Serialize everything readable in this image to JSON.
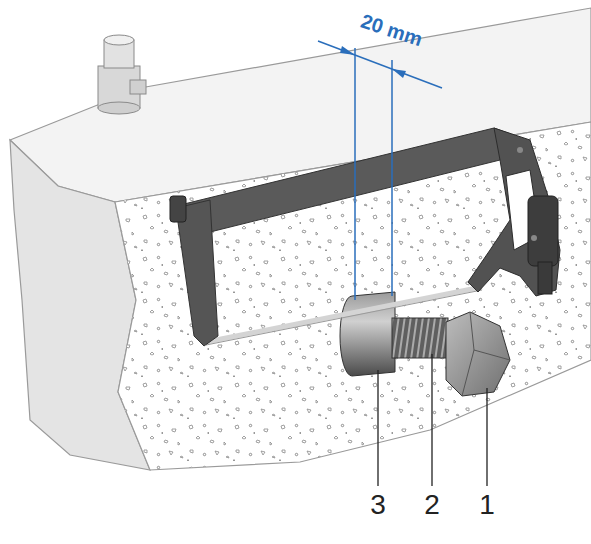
{
  "diagram": {
    "labels": [
      "20 mm",
      "3",
      "2",
      "1"
    ]
  }
}
